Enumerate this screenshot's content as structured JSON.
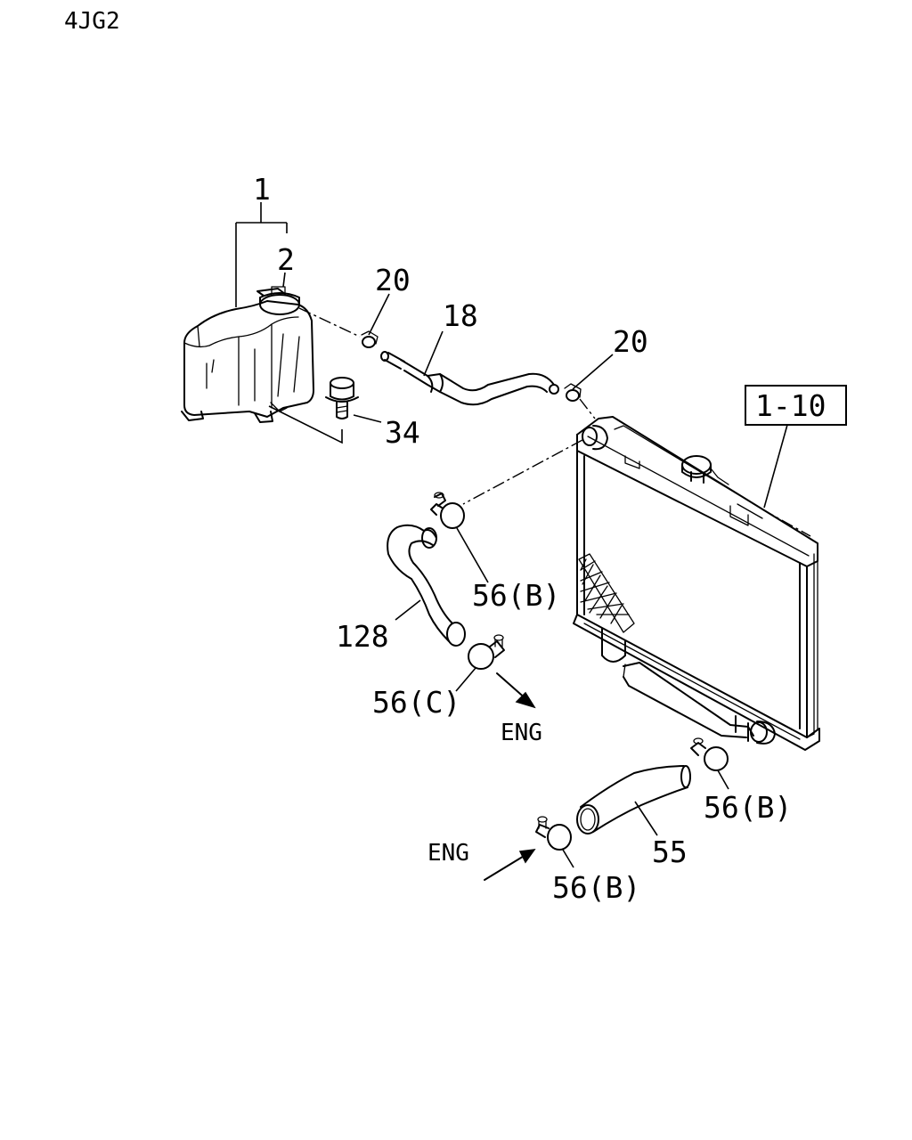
{
  "header": {
    "code": "4JG2"
  },
  "callouts": {
    "c1": "1",
    "c2": "2",
    "c20a": "20",
    "c18": "18",
    "c20b": "20",
    "c34": "34",
    "c1_10": "1-10",
    "c56b_upper": "56(B)",
    "c128": "128",
    "c56c": "56(C)",
    "c56b_lower_right": "56(B)",
    "c55": "55",
    "c56b_lower_left": "56(B)"
  },
  "arrows": {
    "eng_outlet": "ENG",
    "eng_inlet": "ENG"
  }
}
